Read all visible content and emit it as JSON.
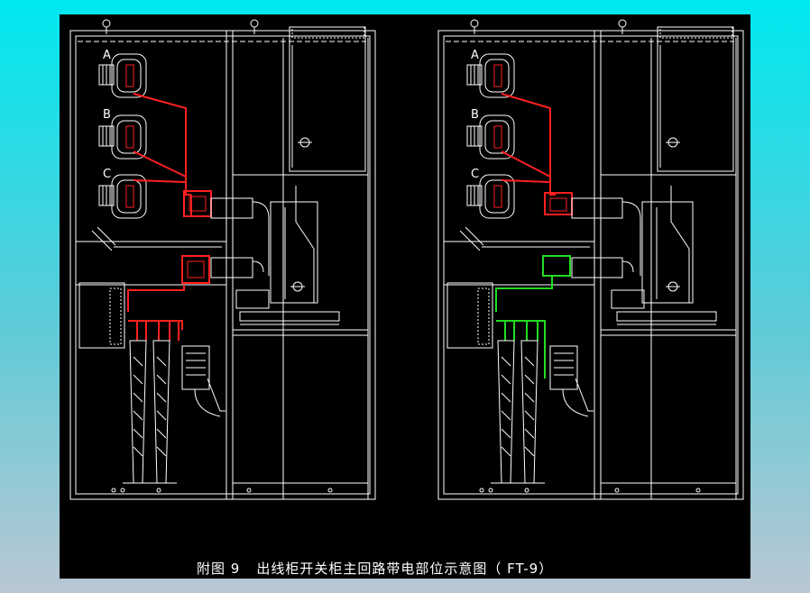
{
  "figure": {
    "number_label": "附图 9",
    "caption": "出线柜开关柜主回路带电部位示意图（ FT-9）"
  },
  "left_panel": {
    "phases": [
      "A",
      "B",
      "C"
    ],
    "highlight_color": "#ff2020"
  },
  "right_panel": {
    "phases": [
      "A",
      "B",
      "C"
    ],
    "highlight_color_top": "#ff2020",
    "highlight_color_bottom": "#22dd22"
  },
  "colors": {
    "background_top": "#00e8f0",
    "canvas": "#000000",
    "line": "#ffffff"
  }
}
